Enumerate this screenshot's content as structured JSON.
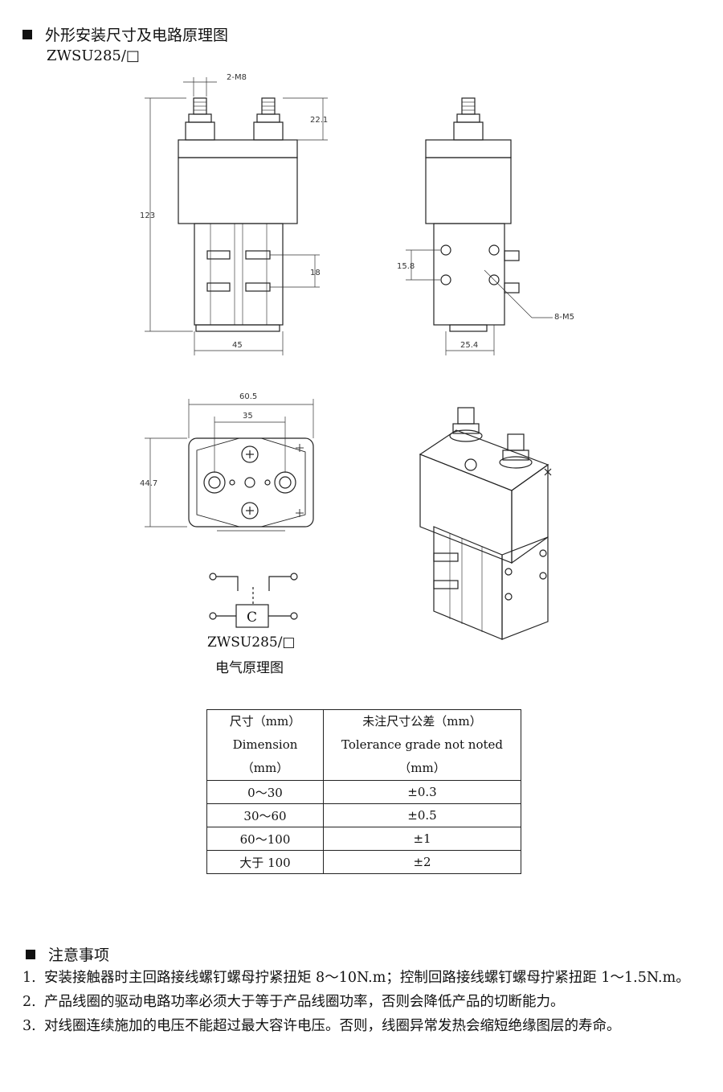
{
  "header": {
    "title": "外形安装尺寸及电路原理图",
    "model": "ZWSU285/□"
  },
  "dimensions": {
    "front": {
      "thread": "2-M8",
      "terminal_height": "22.1",
      "height": "123",
      "coil_pitch": "18",
      "width": "45"
    },
    "side": {
      "hole_pitch": "15.8",
      "holes": "8-M5",
      "width": "25.4"
    },
    "top": {
      "overall": "60.5",
      "terminal_pitch": "35",
      "depth": "44.7"
    }
  },
  "schematic": {
    "coil_label": "C",
    "model": "ZWSU285/□",
    "caption": "电气原理图"
  },
  "tolerance_table": {
    "header": {
      "dimension": [
        "尺寸（mm）",
        "Dimension",
        "（mm）"
      ],
      "tolerance": [
        "未注尺寸公差（mm）",
        "Tolerance grade not noted",
        "（mm）"
      ]
    },
    "rows": [
      {
        "range": "0～30",
        "tolerance": "±0.3"
      },
      {
        "range": "30～60",
        "tolerance": "±0.5"
      },
      {
        "range": "60～100",
        "tolerance": "±1"
      },
      {
        "range": "大于 100",
        "tolerance": "±2"
      }
    ]
  },
  "notes": {
    "title": "注意事项",
    "items": [
      {
        "num": "1.",
        "text": "安装接触器时主回路接线螺钉螺母拧紧扭矩 8～10N.m；控制回路接线螺钉螺母拧紧扭距 1～1.5N.m。"
      },
      {
        "num": "2.",
        "text": "产品线圈的驱动电路功率必须大于等于产品线圈功率，否则会降低产品的切断能力。"
      },
      {
        "num": "3.",
        "text": "对线圈连续施加的电压不能超过最大容许电压。否则，线圈异常发热会缩短绝缘图层的寿命。"
      }
    ]
  }
}
